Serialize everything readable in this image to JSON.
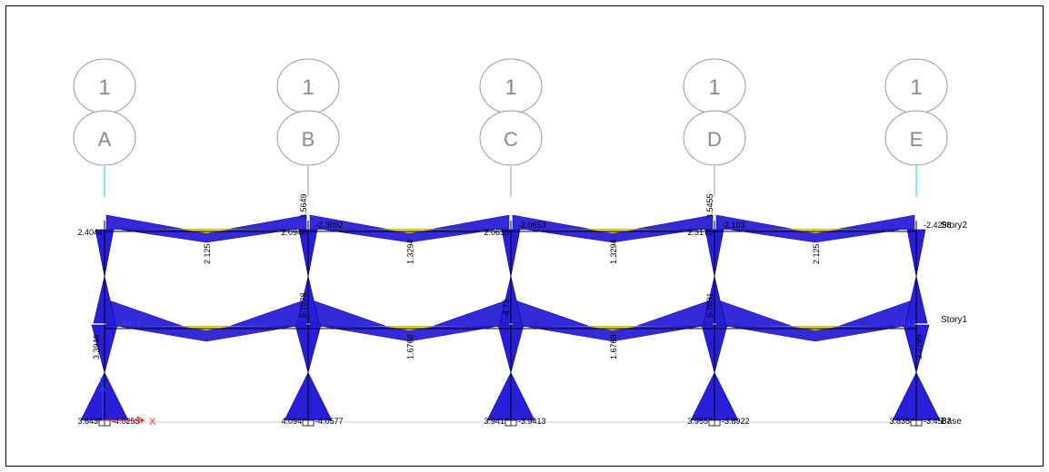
{
  "colors": {
    "diagram_fill": "#2a1fd8",
    "diagram_stroke": "#0000a0",
    "positive_fill": "#f5e61b",
    "member_line": "#000000",
    "bubble_stroke": "#9a9a9a",
    "bubble_text": "#8a8a8a",
    "column_stub": "#00d8e0",
    "axis_color": "#ff2020"
  },
  "grid_lines": [
    {
      "number": "1",
      "letter": "A"
    },
    {
      "number": "1",
      "letter": "B"
    },
    {
      "number": "1",
      "letter": "C"
    },
    {
      "number": "1",
      "letter": "D"
    },
    {
      "number": "1",
      "letter": "E"
    }
  ],
  "story_labels": {
    "story2": "Story2",
    "story1": "Story1",
    "base": "Base"
  },
  "axis_label": "X",
  "axis_label_z": "Z",
  "icons": {
    "support": "fixed-support-icon",
    "axis": "axis-triad-icon"
  },
  "values": {
    "s2_left": [
      "2.4044",
      "2.0946",
      "2.0633",
      "2.3175",
      ""
    ],
    "s2_right": [
      "",
      "-2.3092",
      "-2.0653",
      "-2.103",
      "-2.4298"
    ],
    "s2_top": [
      "",
      "3.5649",
      "",
      "3.5455",
      ""
    ],
    "s2_mid": [
      "2.125",
      "1.3294",
      "1.3294",
      "2.125"
    ],
    "s1_left": [
      "1.8431",
      "",
      "",
      "",
      "1.894"
    ],
    "s1_top": [
      "",
      "5.7078",
      "-4.79",
      "5.7091",
      ""
    ],
    "s1_col": [
      "3.3946",
      "",
      "",
      "",
      "3.2795"
    ],
    "s1_mid": [
      "1.6768",
      "1.6768"
    ],
    "base_left": [
      "3.6436",
      "4.0942",
      "3.9413",
      "3.9557",
      "3.8354"
    ],
    "base_right": [
      "-4.0253",
      "-4.0577",
      "-3.9413",
      "-3.8922",
      "-3.4587"
    ]
  }
}
